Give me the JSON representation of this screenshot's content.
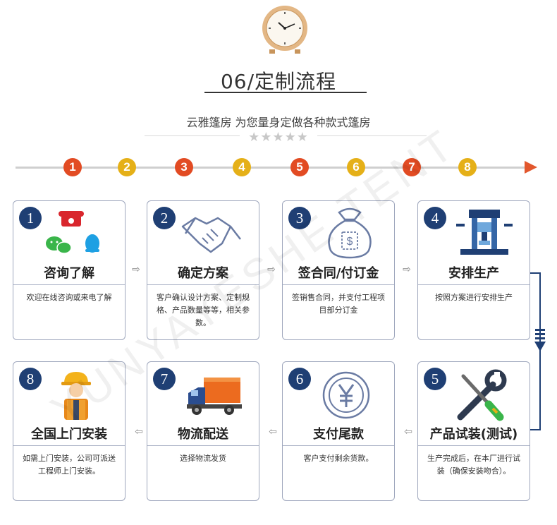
{
  "header": {
    "title": "06/定制流程",
    "subtitle": "云雅篷房    为您量身定做各种款式篷房",
    "stars": "★★★★★"
  },
  "timeline": [
    "1",
    "2",
    "3",
    "4",
    "5",
    "6",
    "7",
    "8"
  ],
  "flow_arrow": "⇨",
  "flow_arrow_back": "⇦",
  "steps": [
    {
      "num": "1",
      "title": "咨询了解",
      "desc": "欢迎在线咨询或来电了解",
      "icon": "phone-chat-icon"
    },
    {
      "num": "2",
      "title": "确定方案",
      "desc": "客户确认设计方案、定制规格、产品数量等等，相关参数。",
      "icon": "handshake-icon"
    },
    {
      "num": "3",
      "title": "签合同/付订金",
      "desc": "签销售合同，并支付工程项目部分订金",
      "icon": "money-bag-icon"
    },
    {
      "num": "4",
      "title": "安排生产",
      "desc": "按照方案进行安排生产",
      "icon": "machine-icon"
    },
    {
      "num": "5",
      "title": "产品试装(测试)",
      "desc": "生产完成后，在本厂进行试装（确保安装吻合）。",
      "icon": "tools-icon"
    },
    {
      "num": "6",
      "title": "支付尾款",
      "desc": "客户支付剩余货款。",
      "icon": "yen-coin-icon"
    },
    {
      "num": "7",
      "title": "物流配送",
      "desc": "选择物流发货",
      "icon": "truck-icon"
    },
    {
      "num": "8",
      "title": "全国上门安装",
      "desc": "如需上门安装，公司可派送工程师上门安装。",
      "icon": "worker-icon"
    }
  ],
  "watermark": "YUNYAYESHE TENT",
  "colors": {
    "navy": "#1f3f74",
    "red": "#e24b23",
    "yellow": "#e5b018"
  }
}
